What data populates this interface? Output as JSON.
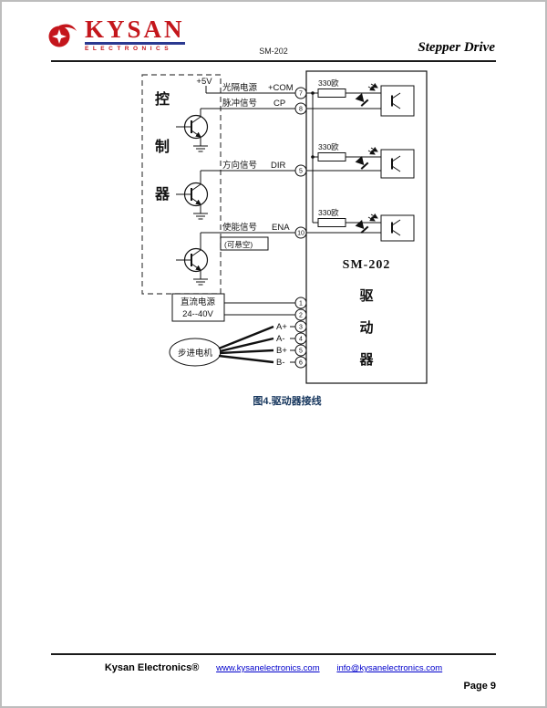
{
  "header": {
    "logo_brand": "KYSAN",
    "logo_sub": "ELECTRONICS",
    "doc_code": "SM-202",
    "title": "Stepper Drive"
  },
  "diagram": {
    "controller_chars": [
      "控",
      "制",
      "器"
    ],
    "supply_label": "+5V",
    "signals": [
      {
        "name": "光隔电源",
        "pin": "+COM",
        "terminal": "7"
      },
      {
        "name": "脉冲信号",
        "pin": "CP",
        "terminal": "8"
      },
      {
        "name": "方向信号",
        "pin": "DIR",
        "terminal": "5"
      },
      {
        "name": "使能信号",
        "pin": "ENA",
        "terminal": "10"
      }
    ],
    "ena_note": "(可悬空)",
    "resistor_value": "330欧",
    "drive_name": "SM-202",
    "drive_chars": [
      "驱",
      "动",
      "器"
    ],
    "power": {
      "line1": "直流电源",
      "line2": "24--40V",
      "terminals": [
        "1",
        "2"
      ]
    },
    "motor": {
      "label": "步进电机",
      "phases": [
        {
          "pin": "A+",
          "terminal": "3"
        },
        {
          "pin": "A-",
          "terminal": "4"
        },
        {
          "pin": "B+",
          "terminal": "5"
        },
        {
          "pin": "B-",
          "terminal": "6"
        }
      ]
    },
    "caption": "图4.驱动器接线"
  },
  "footer": {
    "company": "Kysan Electronics®",
    "links": [
      "www.kysanelectronics.com",
      "info@kysanelectronics.com"
    ],
    "page_number": "Page 9"
  },
  "colors": {
    "brand_red": "#c4161c",
    "brand_blue": "#2b3990",
    "link_blue": "#0000cc",
    "caption_blue": "#17375E"
  }
}
